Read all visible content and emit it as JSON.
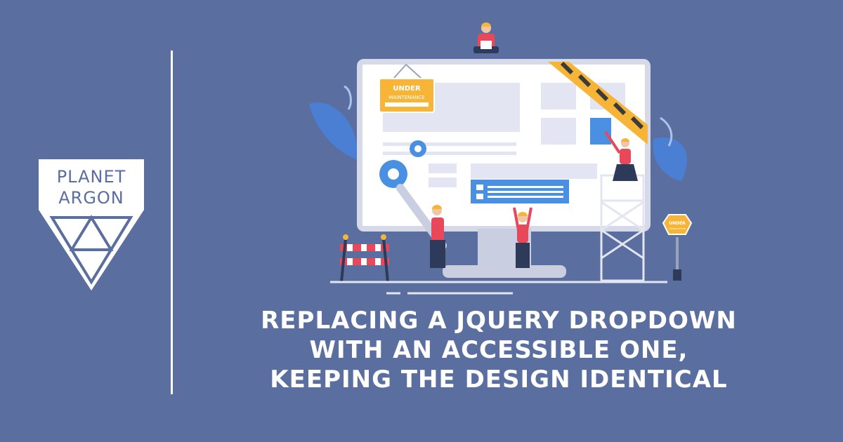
{
  "logo": {
    "line1": "PLANET",
    "line2": "ARGON"
  },
  "illustration": {
    "sign_line1": "UNDER",
    "sign_line2": "MAINTENANCE",
    "post_sign_line1": "UNDER",
    "post_sign_line2": "CONSTRUCTION"
  },
  "headline": {
    "line1": "REPLACING A JQUERY DROPDOWN",
    "line2": "WITH AN ACCESSIBLE ONE,",
    "line3": "KEEPING THE DESIGN IDENTICAL"
  },
  "colors": {
    "background": "#5b6ea0",
    "sign_yellow": "#f7b538",
    "accent_blue": "#4a90e2",
    "worker_red": "#e8495a"
  }
}
